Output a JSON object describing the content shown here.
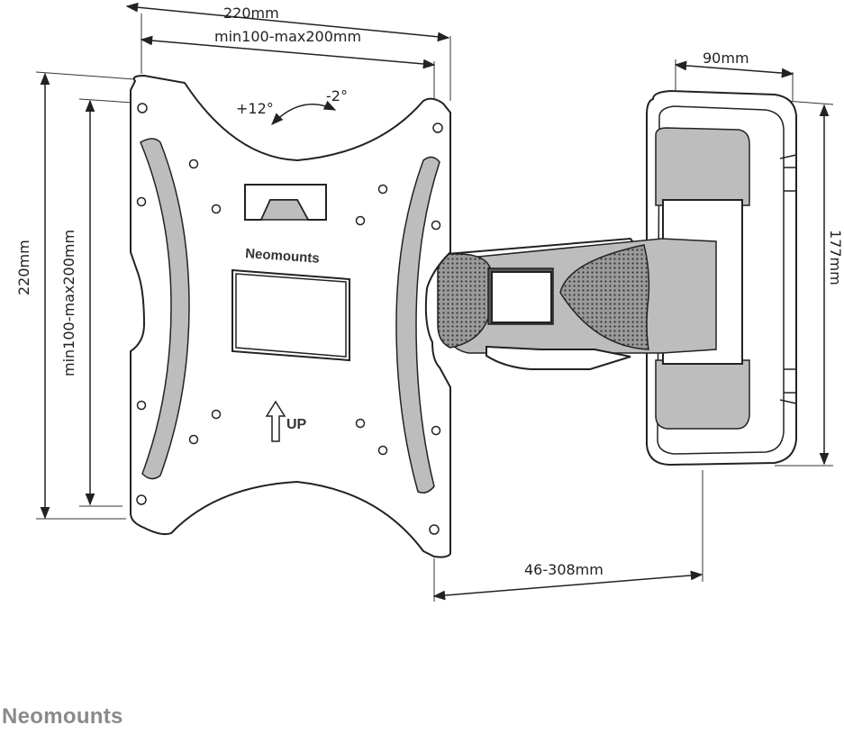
{
  "brand": {
    "plate_logo": "Neomounts",
    "footer_logo": "Neomounts"
  },
  "plate": {
    "up_label": "UP",
    "tilt_up": "+12°",
    "tilt_down": "-2°"
  },
  "dimensions": {
    "plate_width": "220mm",
    "vesa_horizontal": "min100-max200mm",
    "plate_height": "220mm",
    "vesa_vertical": "min100-max200mm",
    "wall_plate_width": "90mm",
    "wall_plate_height": "177mm",
    "wall_distance": "46-308mm"
  },
  "colors": {
    "line": "#222222",
    "arm_gray": "#bdbdbd",
    "footer_gray": "#8a8a8a"
  }
}
